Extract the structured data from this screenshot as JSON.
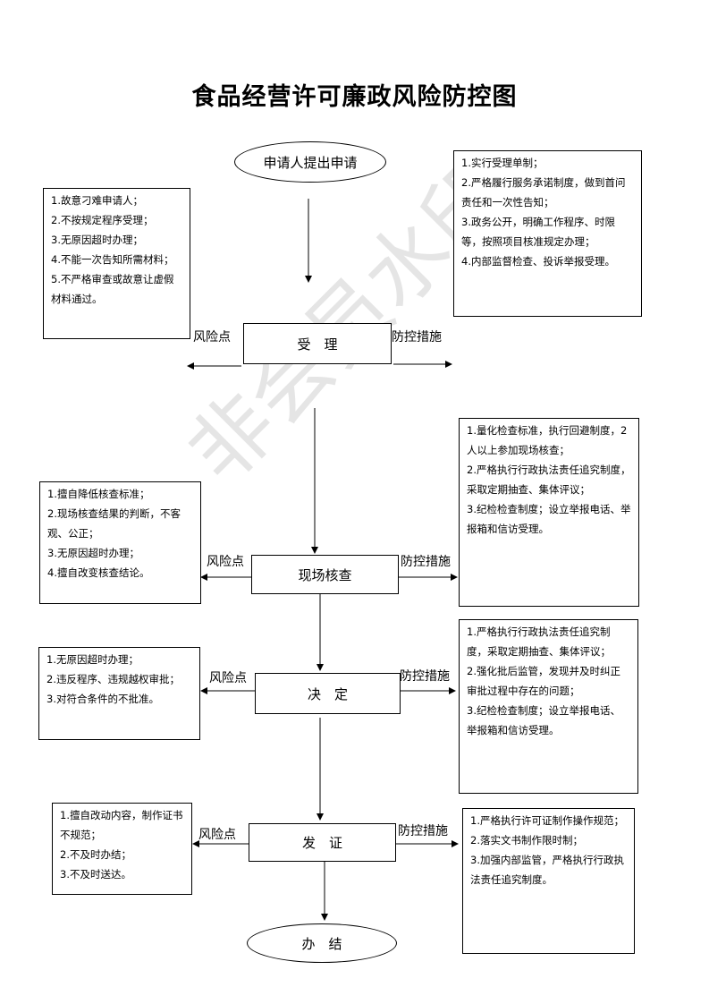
{
  "title": "食品经营许可廉政风险防控图",
  "watermark": "非会员水印",
  "labels": {
    "risk": "风险点",
    "control": "防控措施"
  },
  "nodes": {
    "start": "申请人提出申请",
    "accept": "受　理",
    "inspect": "现场核查",
    "decide": "决　定",
    "issue": "发　证",
    "end": "办　结"
  },
  "risks": {
    "accept": [
      "1.故意刁难申请人；",
      "2.不按规定程序受理；",
      "3.无原因超时办理；",
      "4.不能一次告知所需材料；",
      "5.不严格审查或故意让虚假材料通过。"
    ],
    "inspect": [
      "1.擅自降低核查标准；",
      "2.现场核查结果的判断，不客观、公正；",
      "3.无原因超时办理；",
      "4.擅自改变核查结论。"
    ],
    "decide": [
      "1.无原因超时办理；",
      "2.违反程序、违规越权审批；",
      "3.对符合条件的不批准。"
    ],
    "issue": [
      "1.擅自改动内容，制作证书不规范；",
      "2.不及时办结；",
      "3.不及时送达。"
    ]
  },
  "controls": {
    "accept": [
      "1.实行受理单制；",
      "2.严格履行服务承诺制度，做到首问责任和一次性告知；",
      "3.政务公开，明确工作程序、时限等，按照项目核准规定办理；",
      "4.内部监督检查、投诉举报受理。"
    ],
    "inspect": [
      "1.量化检查标准，执行回避制度，2人以上参加现场核查；",
      "2.严格执行行政执法责任追究制度，采取定期抽查、集体评议；",
      "3.纪检检查制度；设立举报电话、举报箱和信访受理。"
    ],
    "decide": [
      "1.严格执行行政执法责任追究制度，采取定期抽查、集体评议；",
      "2.强化批后监管，发现并及时纠正审批过程中存在的问题；",
      "3.纪检检查制度；设立举报电话、举报箱和信访受理。"
    ],
    "issue": [
      "1.严格执行许可证制作操作规范；",
      "2.落实文书制作限时制；",
      "3.加强内部监管，严格执行行政执法责任追究制度。"
    ]
  }
}
